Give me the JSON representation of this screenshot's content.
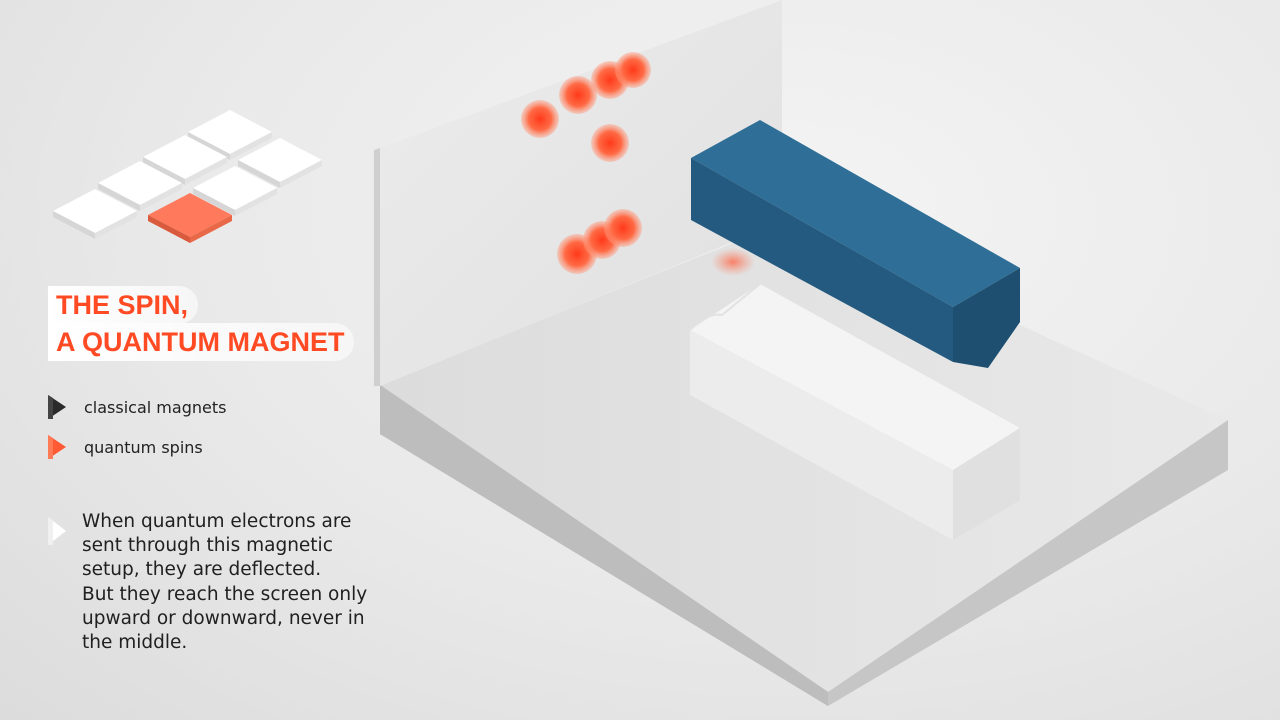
{
  "heading": {
    "line1": "THE SPIN,",
    "line2": "A QUANTUM MAGNET"
  },
  "legend": [
    {
      "label": "classical magnets",
      "icon": "dark-arrow-icon",
      "color": "#2a2a2a"
    },
    {
      "label": "quantum spins",
      "icon": "orange-arrow-icon",
      "color": "#ff5a33"
    }
  ],
  "description": {
    "icon": "white-arrow-icon",
    "lines": [
      "When quantum electrons are",
      "sent through this magnetic",
      "setup, they are deflected.",
      "But they reach the screen only",
      "upward or downward, never in",
      "the middle."
    ]
  },
  "colors": {
    "accent": "#ff4a24",
    "magnet_blue": "#2a6690",
    "tile_highlight": "#ff7a5c"
  }
}
